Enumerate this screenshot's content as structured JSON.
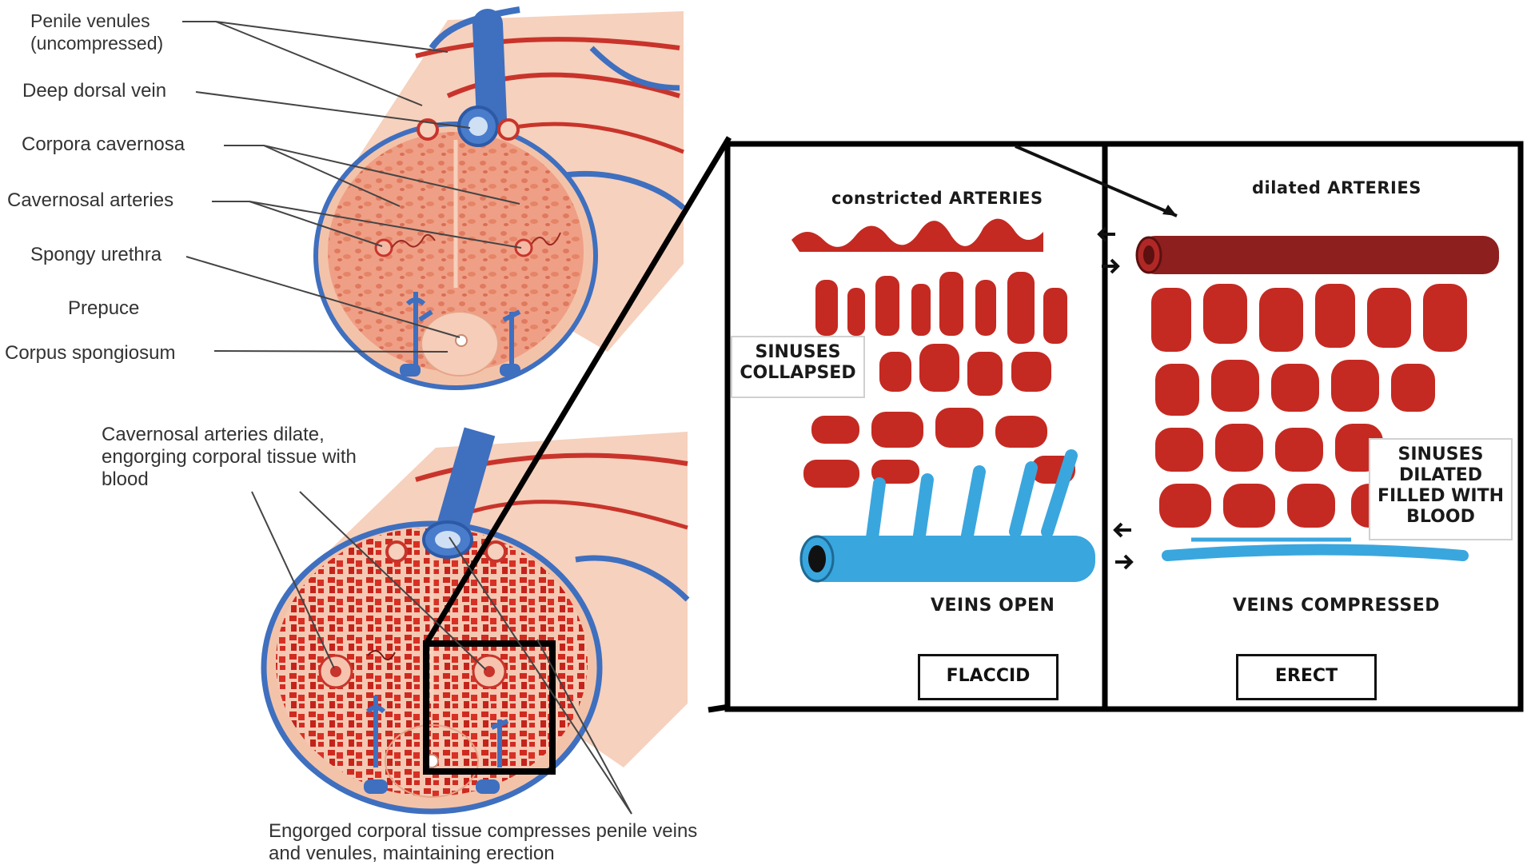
{
  "top_labels": {
    "penile_venules": "Penile venules (uncompressed)",
    "deep_dorsal_vein": "Deep dorsal vein",
    "corpora_cavernosa": "Corpora cavernosa",
    "cavernosal_arteries": "Cavernosal arteries",
    "spongy_urethra": "Spongy urethra",
    "prepuce": "Prepuce",
    "corpus_spongiosum": "Corpus spongiosum"
  },
  "bottom_labels": {
    "arteries_dilate": "Cavernosal arteries dilate, engorging corporal tissue with blood",
    "engorged_tissue": "Engorged corporal tissue compresses penile veins and venules, maintaining erection"
  },
  "flaccid_panel": {
    "arteries": "constricted ARTERIES",
    "sinuses": "SINUSES COLLAPSED",
    "veins": "VEINS OPEN",
    "state": "FLACCID"
  },
  "erect_panel": {
    "arteries": "dilated ARTERIES",
    "sinuses": "SINUSES DILATED FILLED WITH BLOOD",
    "veins": "VEINS COMPRESSED",
    "state": "ERECT"
  },
  "colors": {
    "tissue": "#f2b49a",
    "tissue_dark": "#e0876a",
    "sinus_red": "#c42a22",
    "artery_dark": "#8e1f1f",
    "vein_blue": "#3f6fbf",
    "vein_light_blue": "#3aa6de"
  }
}
